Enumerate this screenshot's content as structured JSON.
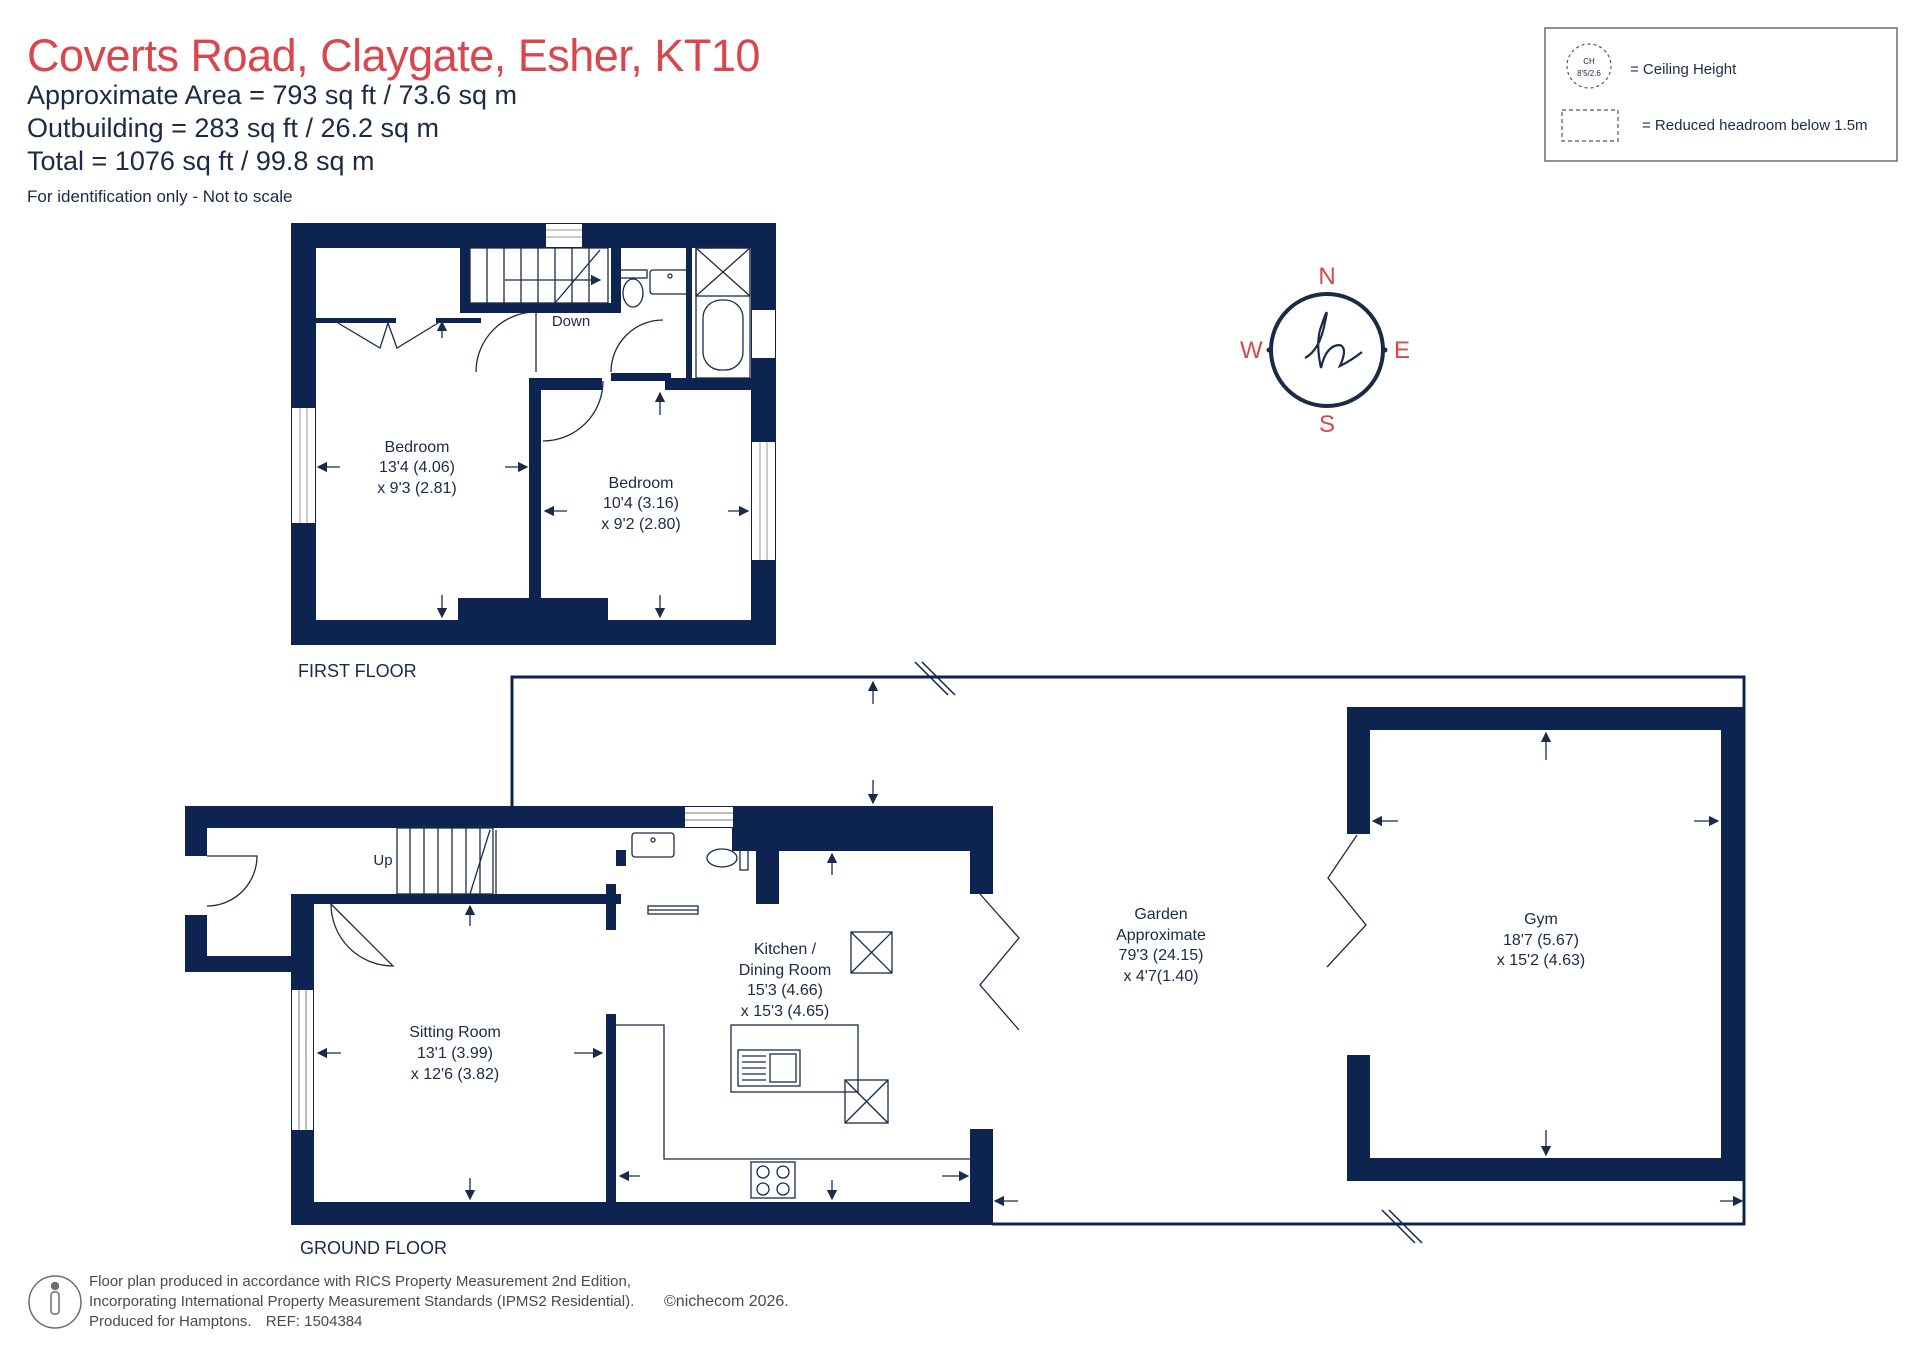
{
  "header": {
    "title": "Coverts Road, Claygate, Esher, KT10",
    "line1": "Approximate Area = 793 sq ft / 73.6 sq m",
    "line2": "Outbuilding = 283 sq ft / 26.2 sq m",
    "line3": "Total = 1076 sq ft / 99.8 sq m",
    "note": "For identification only - Not to scale"
  },
  "legend": {
    "ch_badge_top": "CH",
    "ch_badge_bottom": "8'5/2.6",
    "ceiling_label": "= Ceiling Height",
    "headroom_label": "= Reduced headroom below 1.5m"
  },
  "compass": {
    "n": "N",
    "s": "S",
    "e": "E",
    "w": "W"
  },
  "floors": {
    "first_floor": "FIRST FLOOR",
    "ground_floor": "GROUND FLOOR"
  },
  "rooms": {
    "bedroom1": {
      "name": "Bedroom",
      "dim1": "13'4 (4.06)",
      "dim2": "x 9'3 (2.81)"
    },
    "bedroom2": {
      "name": "Bedroom",
      "dim1": "10'4 (3.16)",
      "dim2": "x 9'2 (2.80)"
    },
    "sitting": {
      "name": "Sitting Room",
      "dim1": "13'1 (3.99)",
      "dim2": "x 12'6 (3.82)"
    },
    "kitchen": {
      "name1": "Kitchen /",
      "name2": "Dining Room",
      "dim1": "15'3 (4.66)",
      "dim2": "x 15'3 (4.65)"
    },
    "garden": {
      "name1": "Garden",
      "name2": "Approximate",
      "dim1": "79'3 (24.15)",
      "dim2": "x 4'7(1.40)"
    },
    "gym": {
      "name": "Gym",
      "dim1": "18'7 (5.67)",
      "dim2": "x 15'2 (4.63)"
    }
  },
  "stairs": {
    "down": "Down",
    "up": "Up"
  },
  "footer": {
    "line1": "Floor plan produced in accordance with RICS Property Measurement 2nd Edition,",
    "line2": "Incorporating International Property Measurement Standards (IPMS2 Residential).",
    "line3a": "Produced for Hamptons.",
    "line3b": "REF:  1504384",
    "copyright": "©nichecom 2026."
  },
  "colors": {
    "wall": "#0d2450",
    "accent": "#d9464c",
    "text": "#1b2a47"
  }
}
